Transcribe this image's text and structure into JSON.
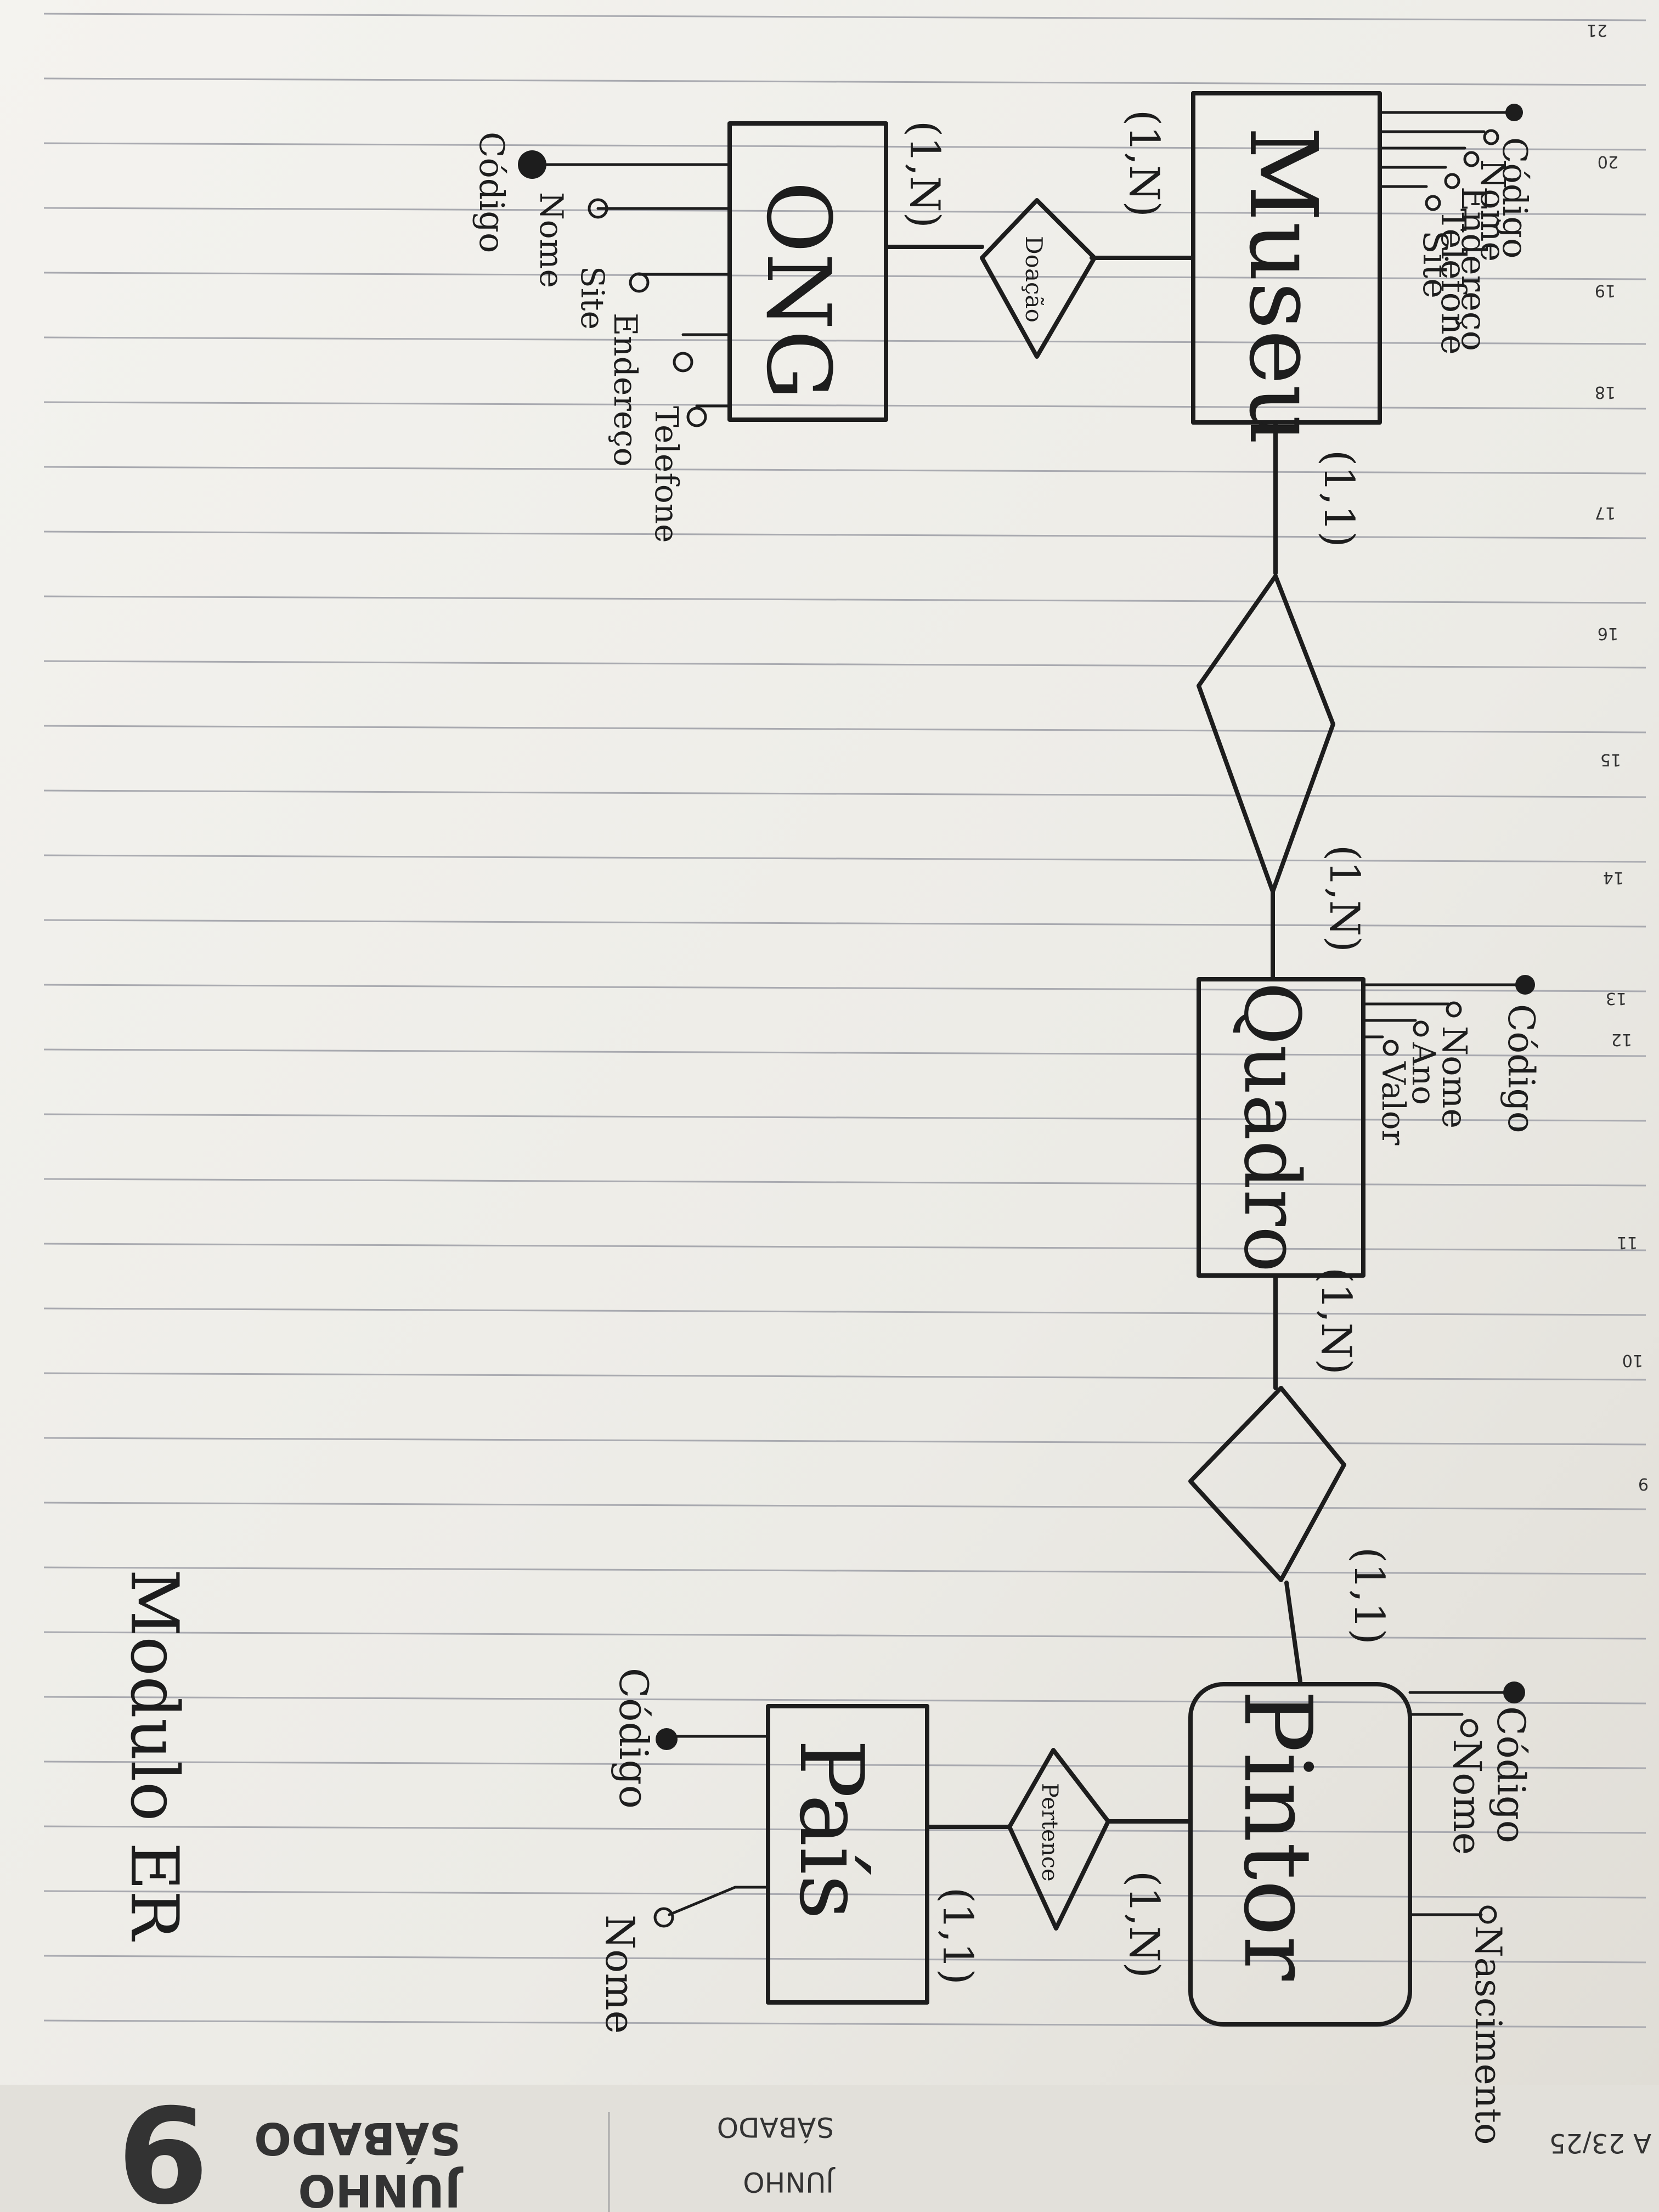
{
  "note_title": "Modulo ER",
  "page_number": "9",
  "month_label": "JUNHO",
  "day_label": "SÁBADO",
  "month_label_small": "JUNHO",
  "day_label_small": "SÁBADO",
  "corner_text": "A 23/25",
  "hour_marks": [
    "21",
    "20",
    "19",
    "18",
    "17",
    "16",
    "15",
    "14",
    "13",
    "12",
    "11",
    "10",
    "9"
  ],
  "entities": {
    "museu": {
      "name": "Museu",
      "attributes": [
        "Código",
        "Nome",
        "Endereço",
        "Telefone",
        "Site"
      ]
    },
    "ong": {
      "name": "ONG",
      "attributes": [
        "Código",
        "Nome",
        "Site",
        "Endereço",
        "Telefone"
      ]
    },
    "quadro": {
      "name": "Quadro",
      "attributes": [
        "Código",
        "Nome",
        "Ano",
        "Valor"
      ]
    },
    "pintor": {
      "name": "Pintor",
      "attributes": [
        "Código",
        "Nome",
        "Nascimento"
      ]
    },
    "pais": {
      "name": "País",
      "attributes": [
        "Código",
        "Nome"
      ]
    }
  },
  "relationships": {
    "doacao": {
      "name": "Doação"
    },
    "museu_quadro": {
      "name": ""
    },
    "quadro_pintor": {
      "name": ""
    },
    "pintor_pais": {
      "name": "Pertence"
    }
  },
  "cardinalities": {
    "museu_ong": "(1,N)",
    "ong_museu": "(1,N)",
    "museu_quadro": "(1,1)",
    "quadro_museu": "(1,N)",
    "quadro_pintor": "(1,N)",
    "pintor_quadro": "(1,1)",
    "pintor_pais": "(1,N)",
    "pais_pintor": "(1,1)"
  }
}
